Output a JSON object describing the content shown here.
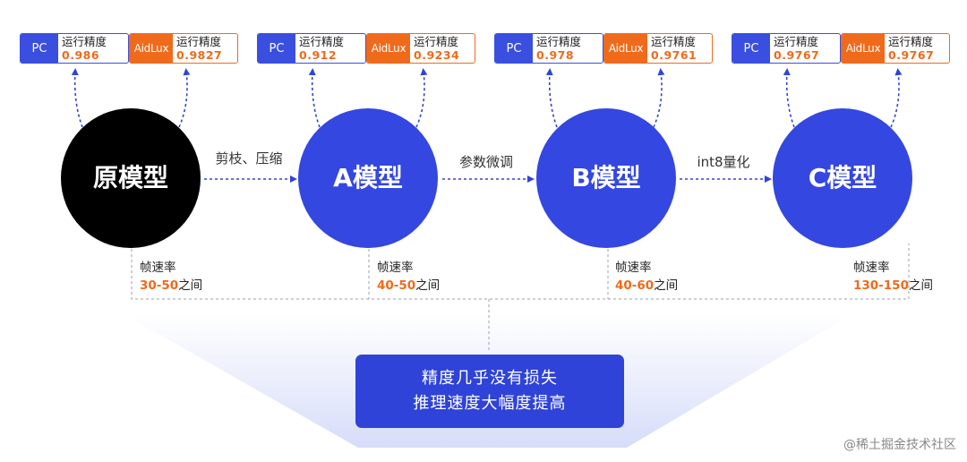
{
  "nodes": [
    {
      "title": "原模型",
      "color": "#000000",
      "pc": {
        "platform": "PC",
        "label": "运行精度",
        "value": "0.986"
      },
      "aid": {
        "platform": "AidLux",
        "label": "运行精度",
        "value": "0.9827"
      },
      "fps": {
        "label": "帧速率",
        "range": "30-50",
        "suffix": "之间"
      }
    },
    {
      "title": "A模型",
      "color": "#3447e0",
      "pc": {
        "platform": "PC",
        "label": "运行精度",
        "value": "0.912"
      },
      "aid": {
        "platform": "AidLux",
        "label": "运行精度",
        "value": "0.9234"
      },
      "fps": {
        "label": "帧速率",
        "range": "40-50",
        "suffix": "之间"
      }
    },
    {
      "title": "B模型",
      "color": "#3447e0",
      "pc": {
        "platform": "PC",
        "label": "运行精度",
        "value": "0.978"
      },
      "aid": {
        "platform": "AidLux",
        "label": "运行精度",
        "value": "0.9761"
      },
      "fps": {
        "label": "帧速率",
        "range": "40-60",
        "suffix": "之间"
      }
    },
    {
      "title": "C模型",
      "color": "#3447e0",
      "pc": {
        "platform": "PC",
        "label": "运行精度",
        "value": "0.9767"
      },
      "aid": {
        "platform": "AidLux",
        "label": "运行精度",
        "value": "0.9767"
      },
      "fps": {
        "label": "帧速率",
        "range": "130-150",
        "suffix": "之间"
      }
    }
  ],
  "edges": [
    "剪枝、压缩",
    "参数微调",
    "int8量化"
  ],
  "summary": {
    "line1": "精度几乎没有损失",
    "line2": "推理速度大幅度提高"
  },
  "watermark": "@稀土掘金技术社区",
  "colors": {
    "accent": "#3447e0",
    "orange": "#f06a1b",
    "summary_bg": "#2f43d8"
  }
}
